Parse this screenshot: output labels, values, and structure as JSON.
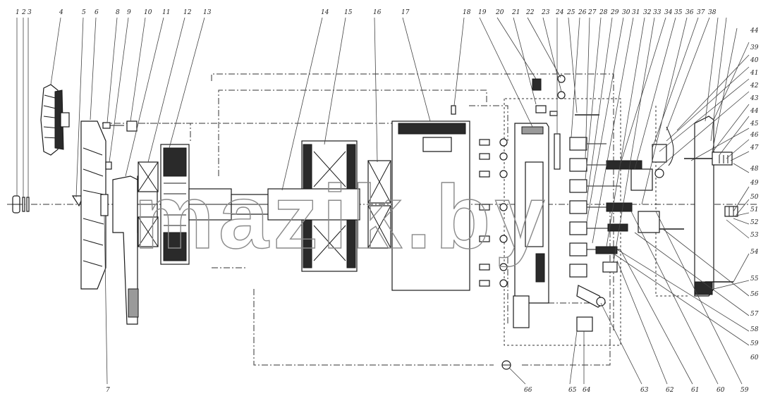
{
  "watermark": "mazik.by",
  "callouts": {
    "top": [
      "1",
      "2",
      "3",
      "4",
      "5",
      "6",
      "8",
      "9",
      "10",
      "11",
      "12",
      "13",
      "14",
      "15",
      "16",
      "17",
      "18",
      "19",
      "20",
      "21",
      "22",
      "23",
      "24",
      "25",
      "26",
      "27",
      "28",
      "29",
      "30",
      "31",
      "32",
      "33",
      "34",
      "35",
      "36",
      "37",
      "38"
    ],
    "right": [
      "44",
      "39",
      "40",
      "41",
      "42",
      "43",
      "44",
      "45",
      "46",
      "47",
      "48",
      "49",
      "50",
      "51",
      "52",
      "53",
      "54",
      "55",
      "56",
      "57",
      "58",
      "59",
      "60"
    ],
    "bottom": [
      "7",
      "66",
      "65",
      "64",
      "63",
      "62",
      "61",
      "60",
      "59"
    ]
  },
  "colors": {
    "line": "#1a1a1a",
    "background": "#ffffff",
    "watermark": "#8a8a8a"
  }
}
